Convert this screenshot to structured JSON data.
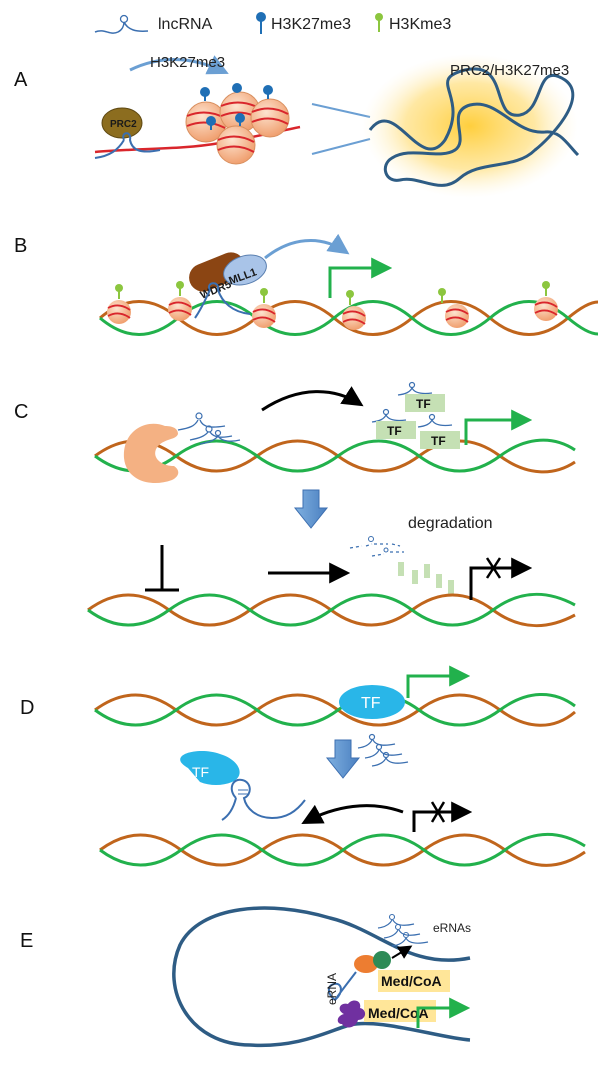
{
  "legend": {
    "lncrna": "lncRNA",
    "h3k27me3": "H3K27me3",
    "h3kme3": "H3Kme3"
  },
  "panels": {
    "a": {
      "letter": "A",
      "arrow_label": "H3K27me3",
      "prc2": "PRC2",
      "cloud_label": "PRC2/H3K27me3"
    },
    "b": {
      "letter": "B",
      "wdr5": "WDR5",
      "mll1": "MLL1"
    },
    "c": {
      "letter": "C",
      "tf": "TF",
      "degradation": "degradation"
    },
    "d": {
      "letter": "D",
      "tf": "TF"
    },
    "e": {
      "letter": "E",
      "ernas": "eRNAs",
      "erna": "eRNA",
      "med_coa": "Med/CoA"
    }
  },
  "colors": {
    "lncrna": "#3b6fb0",
    "h3k27me3": "#1f6fb5",
    "h3kme3": "#8cc63f",
    "dna_orange": "#c0651c",
    "dna_green": "#22b14c",
    "nucleosome": "#f4b183",
    "histone_band": "#d9262c",
    "prc2": "#8c6d1f",
    "wdr5": "#8b4513",
    "mll1": "#a9c4e8",
    "tf_green_box": "#c5e0b4",
    "tf_blue": "#29b6e8",
    "chromatin": "#2e5c84",
    "cloud": "#ffd966",
    "arrow_blue": "#5b9bd5",
    "tss_green": "#22b14c"
  }
}
